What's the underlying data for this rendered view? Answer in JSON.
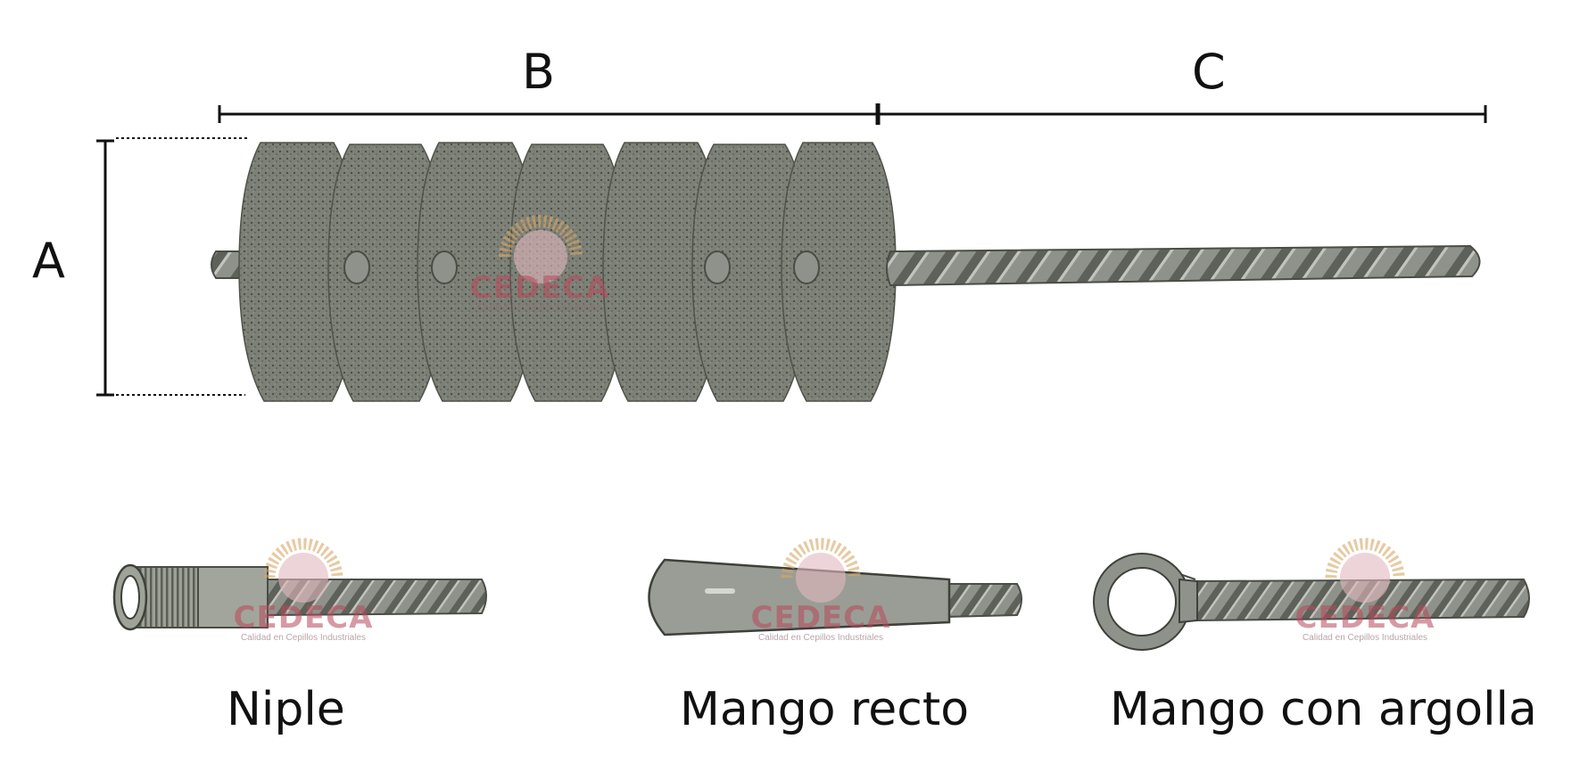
{
  "dimensions": {
    "a": "A",
    "b": "B",
    "c": "C"
  },
  "watermark": {
    "brand": "CEDECA",
    "tagline": "Calidad en Cepillos Industriales"
  },
  "handles": [
    {
      "label": "Niple"
    },
    {
      "label": "Mango recto"
    },
    {
      "label": "Mango con argolla"
    }
  ],
  "colors": {
    "bristle": "#7d8077",
    "bristle_dark": "#50534c",
    "wire": "#8c8f87",
    "wire_dark": "#55584f",
    "handle": "#9a9d95",
    "line": "#111111",
    "watermark": "#b8485a",
    "watermark_rays": "#d7a866"
  }
}
